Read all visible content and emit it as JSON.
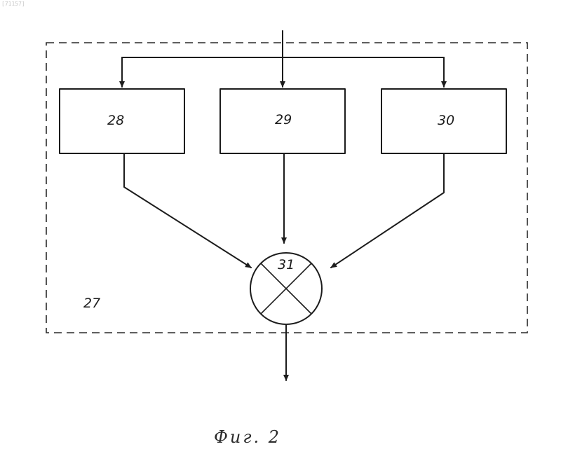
{
  "diagram": {
    "corner_mark": "[71157]",
    "blocks": [
      {
        "id": "block-28",
        "label": "28"
      },
      {
        "id": "block-29",
        "label": "29"
      },
      {
        "id": "block-30",
        "label": "30"
      }
    ],
    "summator_label": "31",
    "frame_label": "27",
    "caption": "Фиг. 2"
  }
}
